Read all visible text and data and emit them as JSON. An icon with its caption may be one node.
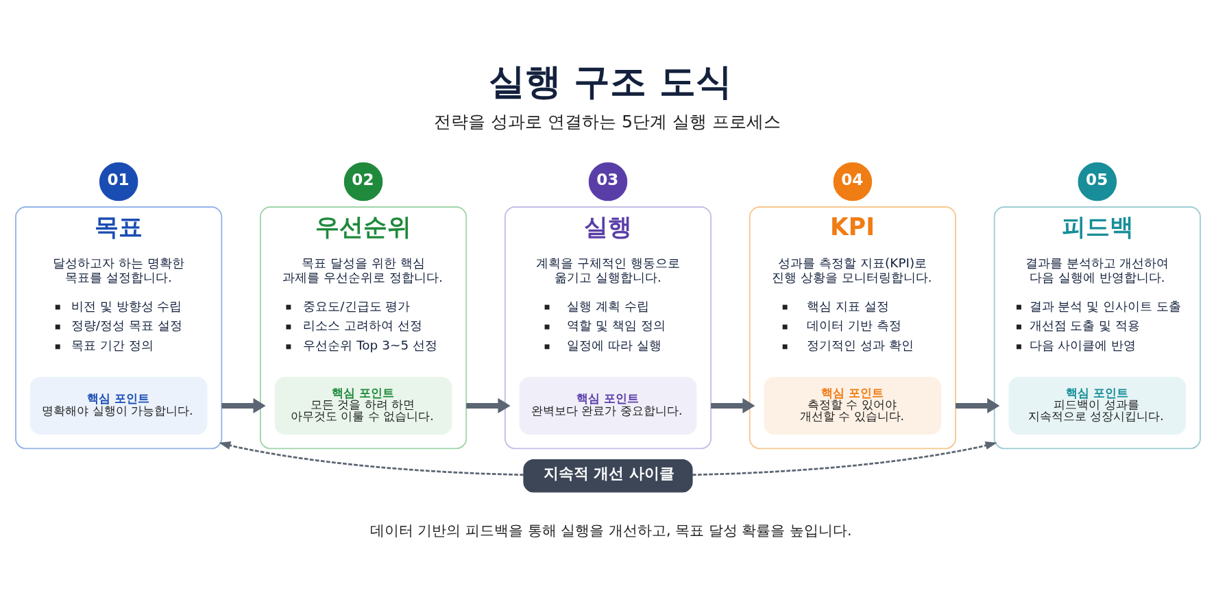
{
  "diagram": {
    "title": "실행 구조 도식",
    "caption": "데이터 기반의 피드백을 통해 실행을 개선하고, 목표 달성 확률을 높입니다.",
    "nodes": [
      {
        "text": [
          "01"
        ]
      },
      {
        "text": [
          "목표",
          "달성하고자 하는 명확한 목표를 설정합니다.",
          "비전 및 방향성 수립",
          "정량/정성 목표 설정",
          "목표 기간 정의"
        ]
      },
      {
        "text": [
          "핵심 포인트",
          "명확해야 실행이 가능합니다."
        ],
        "in": 1
      },
      {
        "text": [
          "02"
        ]
      },
      {
        "text": [
          "우선순위",
          "목표 달성을 위한 핵심 과제를 우선순위로 정합니다.",
          "중요도/긴급도 평가",
          "리소스 고려하여 선정",
          "우선순위 Top 3~5 선정"
        ]
      },
      {
        "text": [
          "핵심 포인트",
          "모든 것을 하려 하면 아무것도 이룰 수 없습니다."
        ],
        "in": 4
      },
      {
        "text": [
          "03"
        ]
      },
      {
        "text": [
          "실행",
          "계획을 구체적인 행동으로 옮기고 실행합니다.",
          "실행 계획 수립",
          "역할 및 책임 정의",
          "일정에 따라 실행"
        ]
      },
      {
        "text": [
          "핵심 포인트",
          "완벽보다 완료가 중요합니다."
        ],
        "in": 7
      },
      {
        "text": [
          "04"
        ]
      },
      {
        "text": [
          "KPI",
          "성과를 측정할 지표(KPI)로 진행 상황을 모니터링합니다.",
          "핵심 지표 설정",
          "데이터 기반 측정",
          "정기적인 성과 확인"
        ]
      },
      {
        "text": [
          "핵심 포인트",
          "측정할 수 있어야 개선할 수 있습니다."
        ],
        "in": 10
      },
      {
        "text": [
          "05"
        ]
      },
      {
        "text": [
          "피드백",
          "결과를 분석하고 개선하여 다음 실행에 반영합니다.",
          "결과 분석 및 인사이트 도출",
          "개선점 도출 및 적용",
          "다음 사이클에 반영"
        ]
      },
      {
        "text": [
          "핵심 포인트",
          "피드백이 성과를 지속적으로 성장시킵니다."
        ],
        "in": 13
      },
      {
        "text": [
          "지속적 개선 사이클"
        ]
      }
    ],
    "edges": [
      {
        "from": 1,
        "to": 4,
        "arrow": "to"
      },
      {
        "from": 4,
        "to": 7,
        "arrow": "to"
      },
      {
        "from": 7,
        "to": 10,
        "arrow": "to"
      },
      {
        "from": 10,
        "to": 13,
        "arrow": "to"
      },
      {
        "from": 15,
        "to": 1,
        "arrow": "to",
        "style": "dashed"
      },
      {
        "from": 15,
        "to": 13,
        "arrow": "to",
        "style": "dashed"
      }
    ],
    "labels": [
      "전략을 성과로 연결하는 5단계 실행 프로세스"
    ]
  }
}
